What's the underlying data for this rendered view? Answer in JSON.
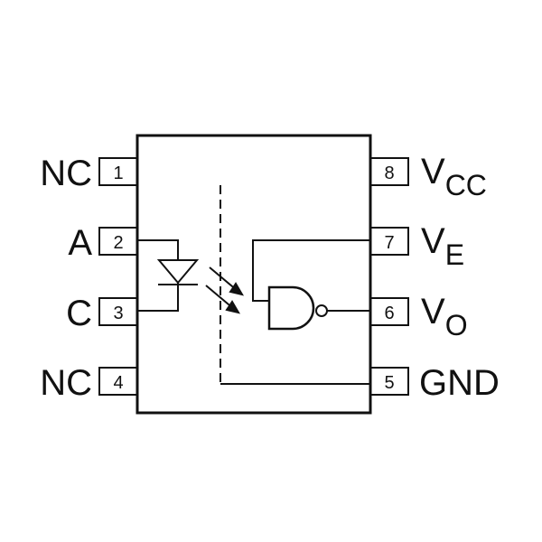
{
  "pins_left": [
    {
      "number": "1",
      "label": "NC"
    },
    {
      "number": "2",
      "label": "A"
    },
    {
      "number": "3",
      "label": "C"
    },
    {
      "number": "4",
      "label": "NC"
    }
  ],
  "pins_right": [
    {
      "number": "8",
      "label": "V",
      "subscript": "CC"
    },
    {
      "number": "7",
      "label": "V",
      "subscript": "E"
    },
    {
      "number": "6",
      "label": "V",
      "subscript": "O"
    },
    {
      "number": "5",
      "label": "GND",
      "subscript": ""
    }
  ],
  "colors": {
    "line": "#111111",
    "background": "#ffffff"
  }
}
